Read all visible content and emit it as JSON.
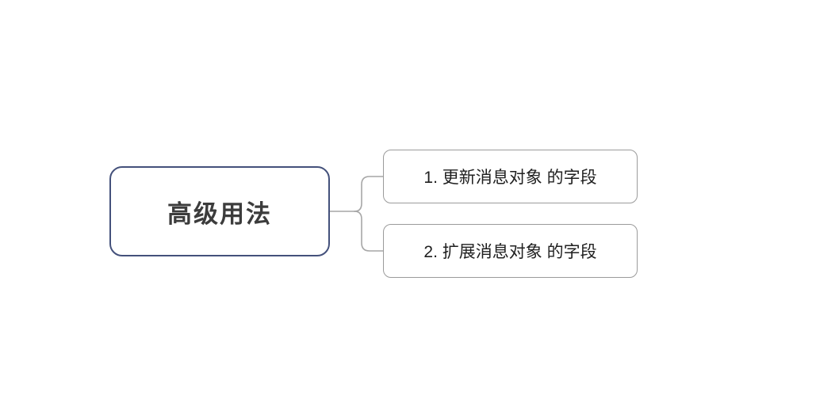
{
  "colors": {
    "background": "#ffffff",
    "root_border": "#44517b",
    "child_border": "#9b9b9b",
    "connector": "#a6a6a6",
    "root_text": "#3c3c3c",
    "child_text": "#1f1f1f"
  },
  "diagram": {
    "type": "mindmap",
    "root": {
      "label": "高级用法"
    },
    "children": [
      {
        "label": "1. 更新消息对象 的字段"
      },
      {
        "label": "2. 扩展消息对象 的字段"
      }
    ]
  }
}
